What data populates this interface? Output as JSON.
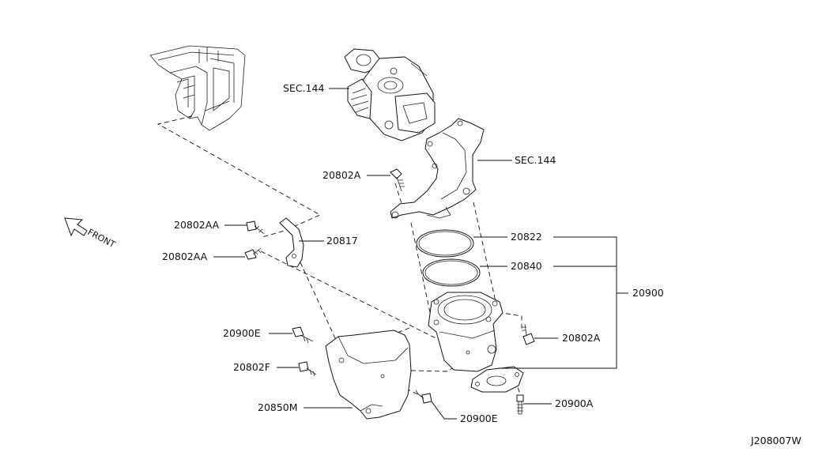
{
  "labels": {
    "sec144_top": "SEC.144",
    "sec144_right": "SEC.144",
    "p20802A_top": "20802A",
    "p20802AA_upper": "20802AA",
    "p20802AA_lower": "20802AA",
    "p20817": "20817",
    "p20822": "20822",
    "p20840": "20840",
    "p20900": "20900",
    "p20802A_right": "20802A",
    "p20900E_upper": "20900E",
    "p20802F": "20802F",
    "p20850M": "20850M",
    "p20900E_lower": "20900E",
    "p20900A": "20900A"
  },
  "front_label": "FRONT",
  "drawing_code": "J208007W"
}
